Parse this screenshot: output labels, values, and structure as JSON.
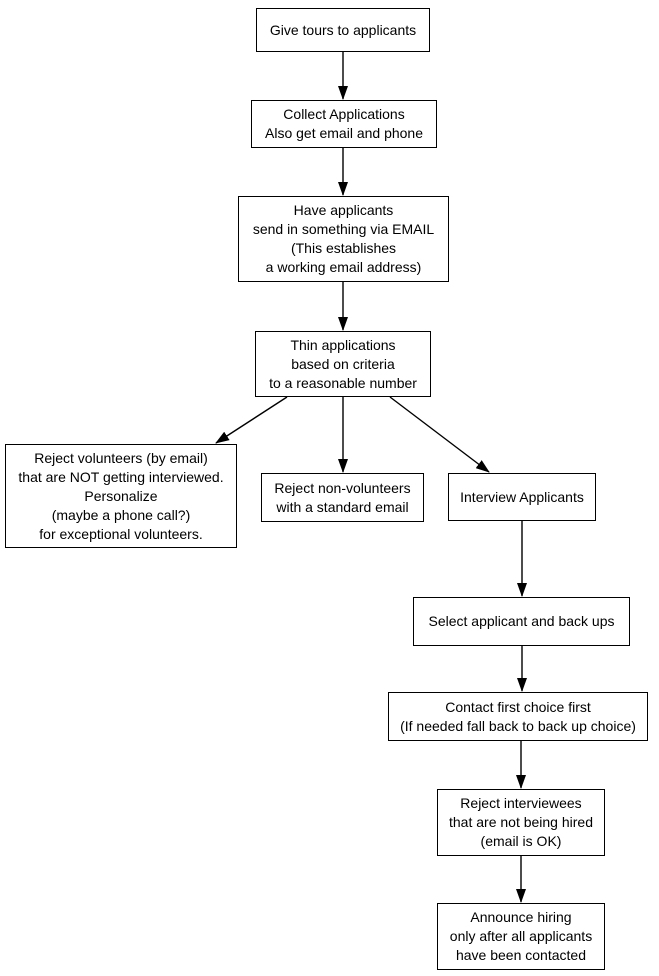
{
  "diagram": {
    "type": "flowchart",
    "colors": {
      "background": "#ffffff",
      "node_fill": "#ffffff",
      "node_border": "#000000",
      "text": "#000000",
      "arrow": "#000000"
    },
    "nodes": [
      {
        "id": "give-tours",
        "text": "Give tours to applicants"
      },
      {
        "id": "collect-applications",
        "text": "Collect Applications\nAlso get email and phone"
      },
      {
        "id": "email-verification",
        "text": "Have applicants\nsend in something via EMAIL\n(This establishes\na working email address)"
      },
      {
        "id": "thin-applications",
        "text": "Thin applications\nbased on criteria\nto a reasonable number"
      },
      {
        "id": "reject-volunteers",
        "text": "Reject volunteers (by email)\nthat are NOT getting interviewed.\nPersonalize\n(maybe a phone call?)\nfor exceptional volunteers."
      },
      {
        "id": "reject-non-volunteers",
        "text": "Reject non-volunteers\nwith a standard email"
      },
      {
        "id": "interview-applicants",
        "text": "Interview Applicants"
      },
      {
        "id": "select-applicant",
        "text": "Select applicant and back ups"
      },
      {
        "id": "contact-first-choice",
        "text": "Contact first choice first\n(If needed fall back to back up choice)"
      },
      {
        "id": "reject-interviewees",
        "text": "Reject interviewees\nthat are not being hired\n(email is OK)"
      },
      {
        "id": "announce-hiring",
        "text": "Announce hiring\nonly after all applicants\nhave been contacted"
      }
    ],
    "edges": [
      {
        "from": "give-tours",
        "to": "collect-applications"
      },
      {
        "from": "collect-applications",
        "to": "email-verification"
      },
      {
        "from": "email-verification",
        "to": "thin-applications"
      },
      {
        "from": "thin-applications",
        "to": "reject-volunteers"
      },
      {
        "from": "thin-applications",
        "to": "reject-non-volunteers"
      },
      {
        "from": "thin-applications",
        "to": "interview-applicants"
      },
      {
        "from": "interview-applicants",
        "to": "select-applicant"
      },
      {
        "from": "select-applicant",
        "to": "contact-first-choice"
      },
      {
        "from": "contact-first-choice",
        "to": "reject-interviewees"
      },
      {
        "from": "reject-interviewees",
        "to": "announce-hiring"
      }
    ]
  }
}
